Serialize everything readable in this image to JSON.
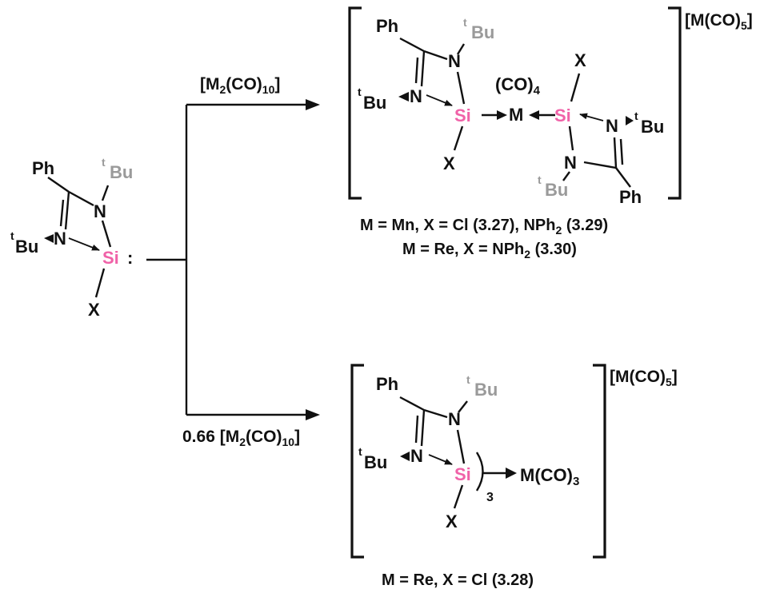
{
  "reactant": {
    "ph": "Ph",
    "tbu_n": "Bu",
    "tbu_left": "Bu",
    "t_sup": "t",
    "n": "N",
    "si": "Si",
    "lone_pair": ":",
    "x": "X"
  },
  "top_arrow": {
    "reagent_prefix": "[M",
    "reagent_sub1": "2",
    "reagent_mid": "(CO)",
    "reagent_sub2": "10",
    "reagent_suffix": "]"
  },
  "bottom_arrow": {
    "reagent_prefix": "0.66 [M",
    "reagent_sub1": "2",
    "reagent_mid": "(CO)",
    "reagent_sub2": "10",
    "reagent_suffix": "]"
  },
  "product_top": {
    "counter_ion_prefix": "[M(CO)",
    "counter_ion_sub": "5",
    "counter_ion_suffix": "]",
    "co4": "(CO)",
    "co4_sub": "4",
    "metal": "M",
    "ph": "Ph",
    "n": "N",
    "si": "Si",
    "x": "X",
    "tbu": "Bu",
    "t_sup": "t",
    "caption_line1_a": "M = Mn, X = Cl (3.27), NPh",
    "caption_line1_sub": "2",
    "caption_line1_b": " (3.29)",
    "caption_line2_a": "M = Re, X = NPh",
    "caption_line2_sub": "2",
    "caption_line2_b": " (3.30)"
  },
  "product_bottom": {
    "counter_ion_prefix": "[M(CO)",
    "counter_ion_sub": "5",
    "counter_ion_suffix": "]",
    "mco3_prefix": "M(CO)",
    "mco3_sub": "3",
    "paren_sub": "3",
    "ph": "Ph",
    "n": "N",
    "si": "Si",
    "x": "X",
    "tbu": "Bu",
    "t_sup": "t",
    "caption": "M = Re, X = Cl (3.28)"
  }
}
